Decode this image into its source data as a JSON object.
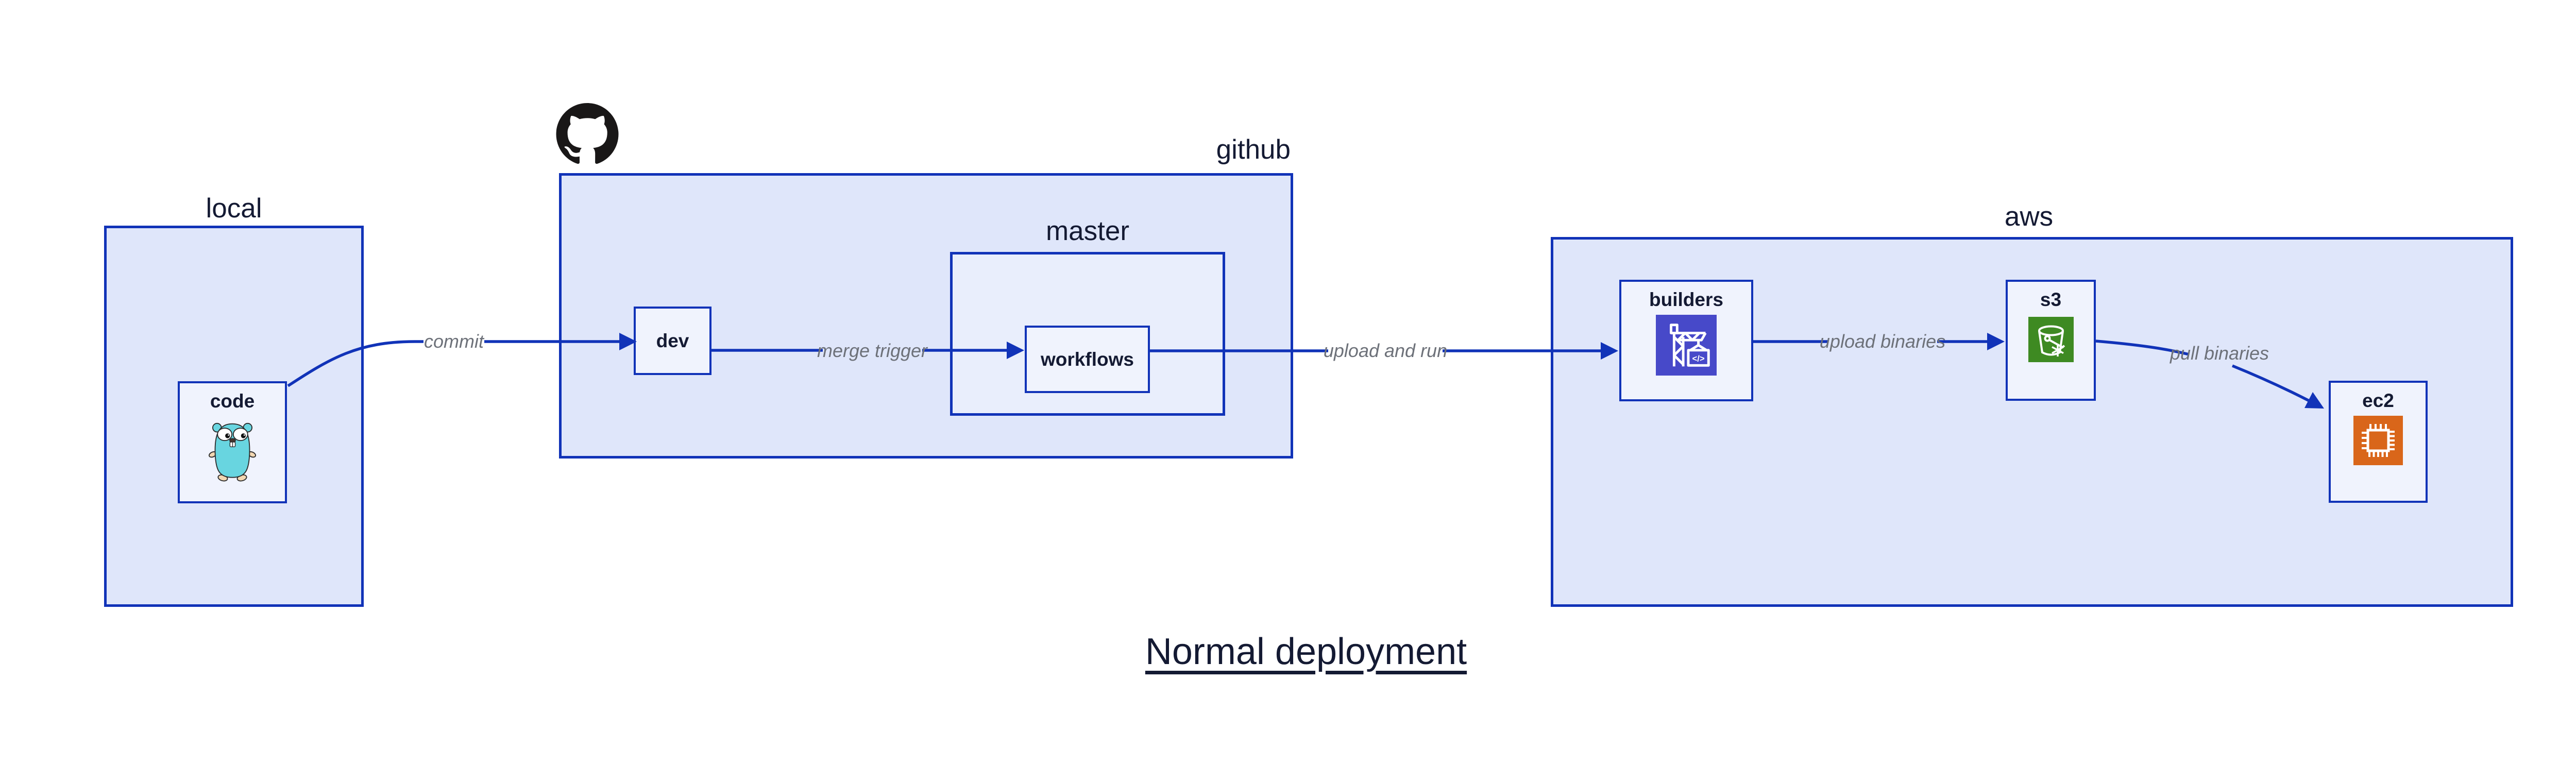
{
  "title": {
    "text": "Normal deployment"
  },
  "containers": {
    "local": {
      "label": "local"
    },
    "github": {
      "label": "github"
    },
    "master": {
      "label": "master"
    },
    "aws": {
      "label": "aws"
    }
  },
  "nodes": {
    "code": {
      "label": "code",
      "icon": "go-gopher-icon"
    },
    "dev": {
      "label": "dev"
    },
    "workflows": {
      "label": "workflows"
    },
    "builders": {
      "label": "builders",
      "icon": "codebuild-crane-icon",
      "icon_text": "</>"
    },
    "s3": {
      "label": "s3",
      "icon": "s3-bucket-icon"
    },
    "ec2": {
      "label": "ec2",
      "icon": "ec2-chip-icon"
    }
  },
  "edges": {
    "commit": {
      "label": "commit"
    },
    "merge_trigger": {
      "label": "merge trigger"
    },
    "upload_and_run": {
      "label": "upload and run"
    },
    "upload_binaries": {
      "label": "upload binaries"
    },
    "pull_binaries": {
      "label": "pull binaries"
    }
  },
  "icons": {
    "github_logo": "github-octocat-logo",
    "code": "go-gopher-icon",
    "builders": "codebuild-crane-icon",
    "s3": "s3-bucket-icon",
    "ec2": "ec2-chip-icon"
  },
  "colors": {
    "edge_blue": "#1133b8",
    "container_fill": "#dfe6fa",
    "master_fill": "#e9eefc",
    "node_fill": "#f0f3fd",
    "heading_text": "#141a33",
    "edge_label_text": "#6d7179",
    "codebuild_purple": "#4749c9",
    "s3_green": "#3e8a22",
    "ec2_orange": "#d9661a",
    "gopher_teal": "#68d5e0",
    "github_black": "#191717"
  }
}
